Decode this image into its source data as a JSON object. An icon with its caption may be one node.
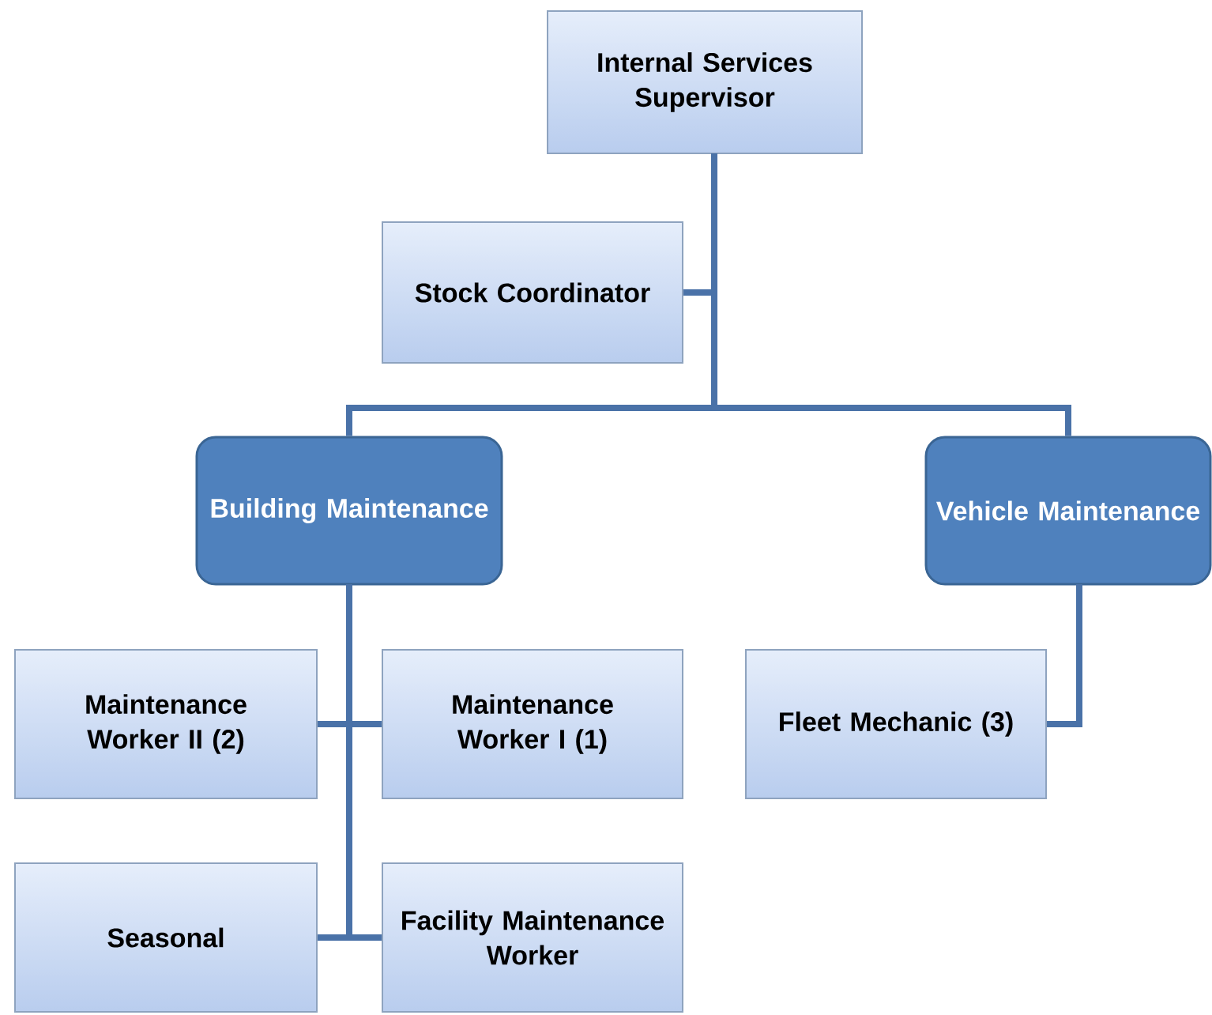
{
  "diagram": {
    "nodes": [
      {
        "text": [
          "Internal Services Supervisor"
        ]
      },
      {
        "text": [
          "Stock Coordinator"
        ]
      },
      {
        "text": [
          "Building Maintenance"
        ]
      },
      {
        "text": [
          "Vehicle Maintenance"
        ]
      },
      {
        "text": [
          "Maintenance Worker II (2)"
        ]
      },
      {
        "text": [
          "Maintenance Worker I (1)"
        ]
      },
      {
        "text": [
          "Fleet Mechanic (3)"
        ]
      },
      {
        "text": [
          "Seasonal"
        ]
      },
      {
        "text": [
          "Facility Maintenance Worker"
        ]
      }
    ],
    "edges": [
      {
        "from": 0,
        "to": 1,
        "arrow": "none"
      },
      {
        "from": 0,
        "to": 2,
        "arrow": "none"
      },
      {
        "from": 0,
        "to": 3,
        "arrow": "none"
      },
      {
        "from": 2,
        "to": 4,
        "arrow": "none"
      },
      {
        "from": 2,
        "to": 5,
        "arrow": "none"
      },
      {
        "from": 2,
        "to": 7,
        "arrow": "none"
      },
      {
        "from": 2,
        "to": 8,
        "arrow": "none"
      },
      {
        "from": 3,
        "to": 6,
        "arrow": "none"
      }
    ]
  }
}
